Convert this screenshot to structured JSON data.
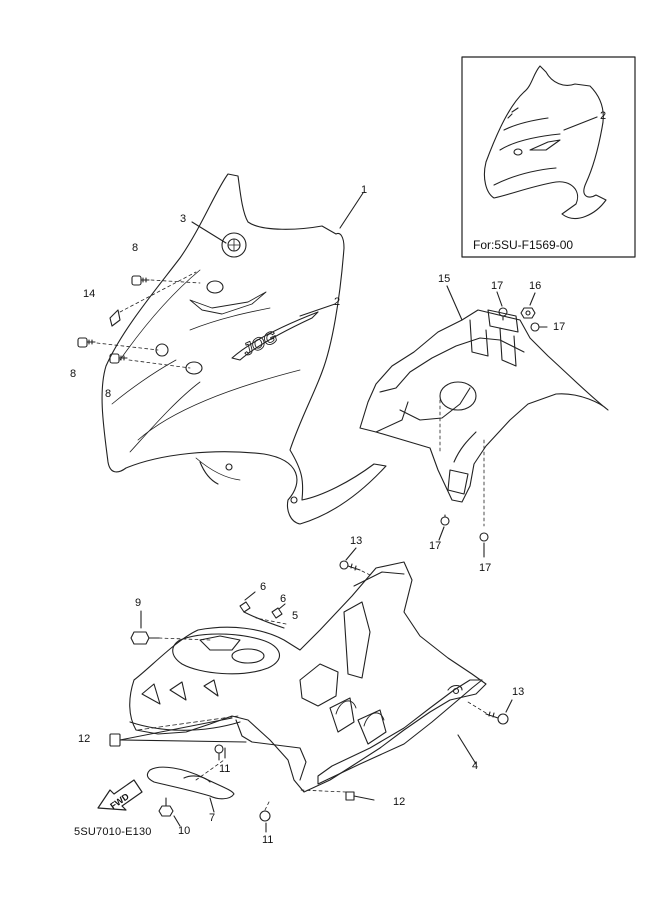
{
  "inset": {
    "caption": "For:5SU-F1569-00",
    "callout": "2"
  },
  "figure_code": "5SU7010-E130",
  "fwd_label": "FWD",
  "logo_text": "JOG",
  "callouts": {
    "c1": "1",
    "c2": "2",
    "c3": "3",
    "c4": "4",
    "c5": "5",
    "c6a": "6",
    "c6b": "6",
    "c7": "7",
    "c8a": "8",
    "c8b": "8",
    "c8c": "8",
    "c9": "9",
    "c10": "10",
    "c11a": "11",
    "c11b": "11",
    "c12a": "12",
    "c12b": "12",
    "c13a": "13",
    "c13b": "13",
    "c14": "14",
    "c15": "15",
    "c16": "16",
    "c17a": "17",
    "c17b": "17",
    "c17c": "17",
    "c17d": "17"
  }
}
